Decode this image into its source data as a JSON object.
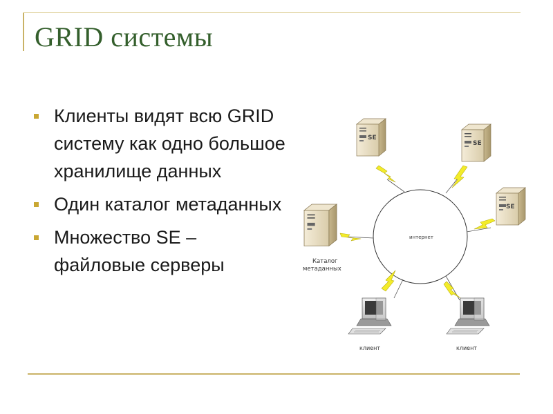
{
  "slide": {
    "title": "GRID системы",
    "bullets": [
      {
        "text": "Клиенты видят всю GRID систему как одно большое хранилище данных"
      },
      {
        "text": "Один каталог метаданных"
      },
      {
        "text": "Множество SE – файловые серверы"
      }
    ]
  },
  "diagram": {
    "center_label": "интернет",
    "catalog_label_line1": "Каталог",
    "catalog_label_line2": "метаданных",
    "server_label": "SE",
    "client_label": "клиент"
  },
  "colors": {
    "title": "#345f2c",
    "accent": "#c9a733",
    "bolt": "#f3ec2a"
  }
}
